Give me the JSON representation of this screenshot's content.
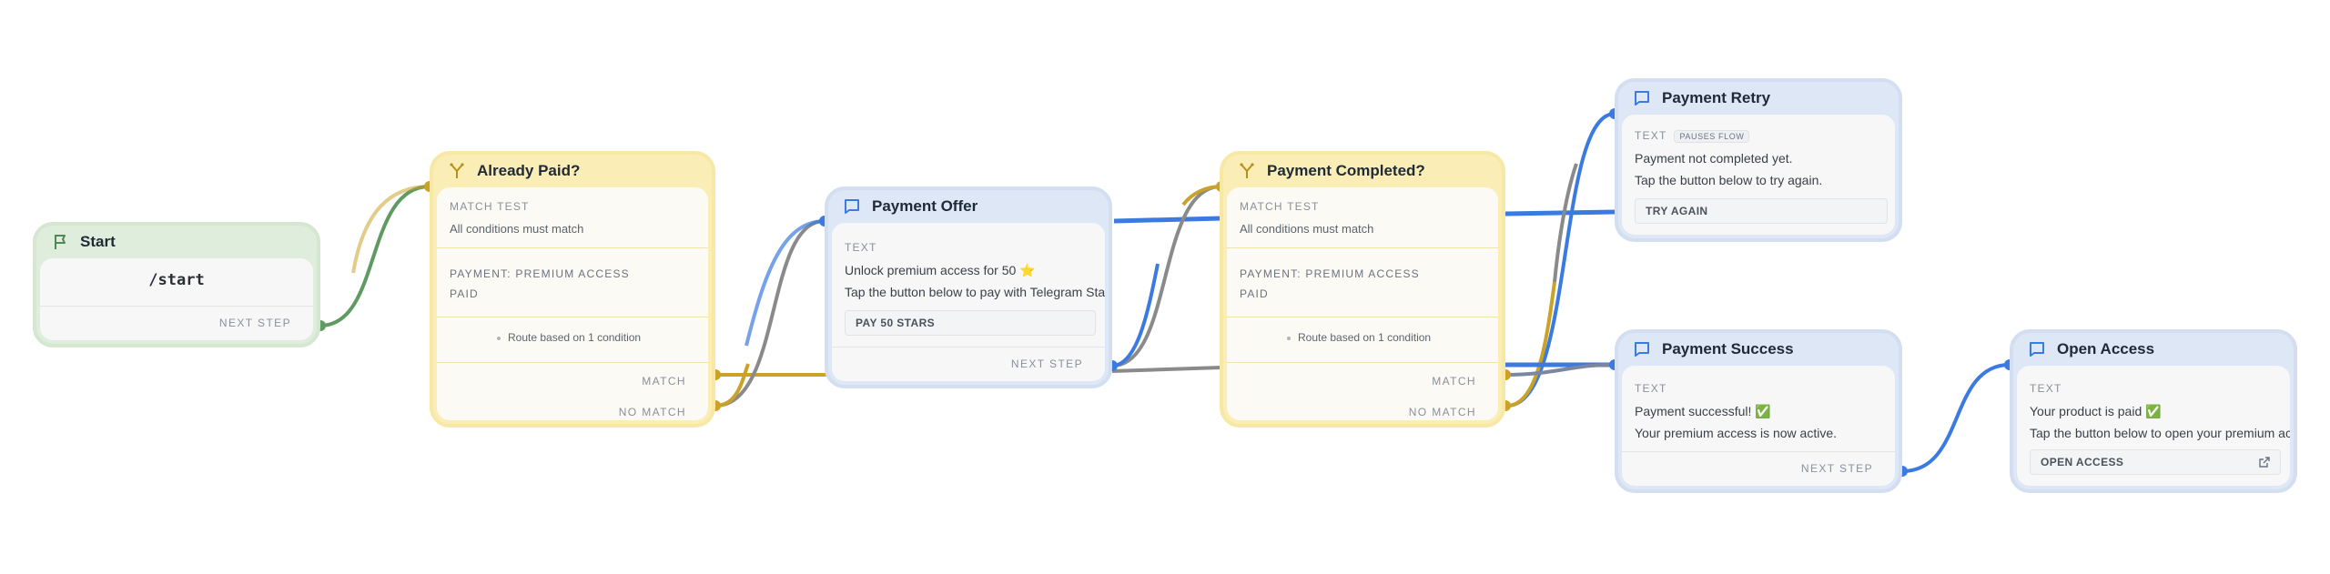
{
  "nodes": {
    "start": {
      "title": "Start",
      "command": "/start",
      "footer": "NEXT STEP"
    },
    "already_paid": {
      "title": "Already Paid?",
      "match_label": "MATCH TEST",
      "match_desc": "All conditions must match",
      "condition_line1": "PAYMENT: PREMIUM ACCESS",
      "condition_line2": "PAID",
      "route": "Route based on 1 condition",
      "out_match": "MATCH",
      "out_no_match": "NO MATCH"
    },
    "payment_offer": {
      "title": "Payment Offer",
      "type": "TEXT",
      "line1": "Unlock premium access for 50 ⭐",
      "line2": "Tap the button below to pay with Telegram Stars.",
      "button": "PAY 50 STARS",
      "footer": "NEXT STEP"
    },
    "payment_completed": {
      "title": "Payment Completed?",
      "match_label": "MATCH TEST",
      "match_desc": "All conditions must match",
      "condition_line1": "PAYMENT: PREMIUM ACCESS",
      "condition_line2": "PAID",
      "route": "Route based on 1 condition",
      "out_match": "MATCH",
      "out_no_match": "NO MATCH"
    },
    "payment_retry": {
      "title": "Payment Retry",
      "type": "TEXT",
      "badge": "PAUSES FLOW",
      "line1": "Payment not completed yet.",
      "line2": "Tap the button below to try again.",
      "button": "TRY AGAIN"
    },
    "payment_success": {
      "title": "Payment Success",
      "type": "TEXT",
      "line1": "Payment successful! ✅",
      "line2": "Your premium access is now active.",
      "footer": "NEXT STEP"
    },
    "open_access": {
      "title": "Open Access",
      "type": "TEXT",
      "line1": "Your product is paid ✅",
      "line2": "Tap the button below to open your premium access.",
      "button": "OPEN ACCESS"
    }
  },
  "colors": {
    "edge_green": "#5f9a62",
    "edge_gold": "#c9a227",
    "edge_blue": "#3b7ae0",
    "edge_gray": "#8a8a8a"
  }
}
